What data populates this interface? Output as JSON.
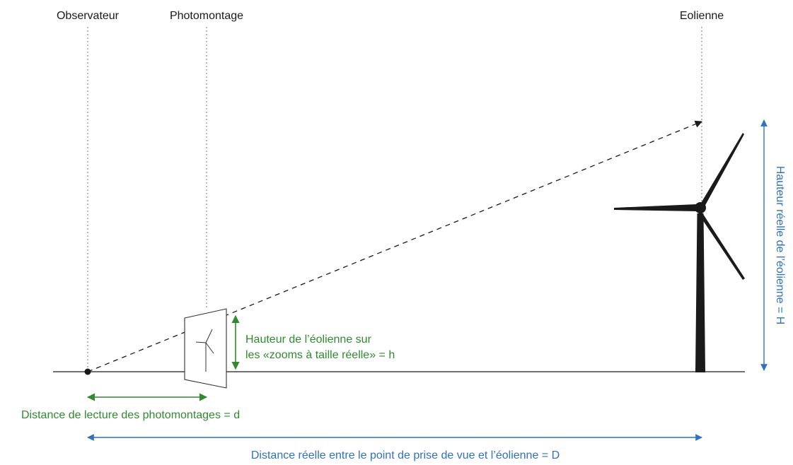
{
  "labels": {
    "observer": "Observateur",
    "photomontage": "Photomontage",
    "turbine": "Eolienne",
    "h_label_line1": "Hauteur de l’éolienne sur",
    "h_label_line2": "les «zooms à taille réelle» = h",
    "d_label": "Distance de lecture des photomontages = d",
    "D_label": "Distance réelle entre le point de prise de vue et l’éolienne = D",
    "H_label": "Hauteur réelle de l’éolienne = H"
  },
  "colors": {
    "green": "#2e8b2e",
    "blue": "#2e72c0",
    "ink": "#1a1a1a",
    "guide": "#777777"
  }
}
